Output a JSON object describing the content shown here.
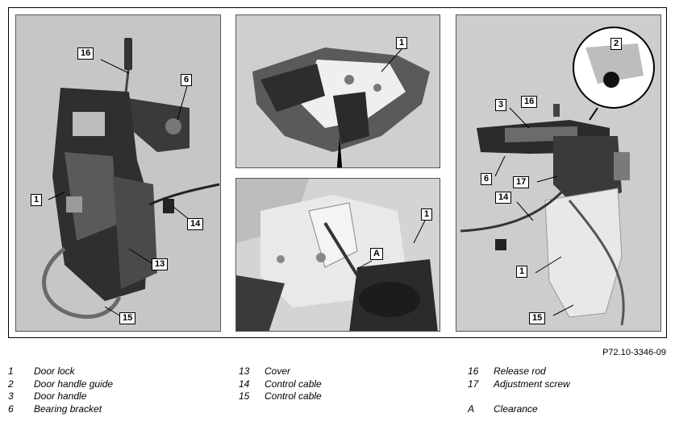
{
  "figure_ref": "P72.10-3346-09",
  "panels": {
    "left": {
      "callouts": {
        "c16": "16",
        "c6": "6",
        "c1": "1",
        "c14": "14",
        "c13": "13",
        "c15": "15"
      }
    },
    "top_middle": {
      "callouts": {
        "c1": "1"
      }
    },
    "bottom_middle": {
      "callouts": {
        "c1": "1",
        "cA": "A"
      }
    },
    "right": {
      "callouts": {
        "c2": "2",
        "c3": "3",
        "c16": "16",
        "c6": "6",
        "c17": "17",
        "c14": "14",
        "c1": "1",
        "c15": "15"
      }
    }
  },
  "legend": {
    "col1": [
      {
        "num": "1",
        "text": "Door lock"
      },
      {
        "num": "2",
        "text": "Door handle guide"
      },
      {
        "num": "3",
        "text": "Door handle"
      },
      {
        "num": "6",
        "text": "Bearing bracket"
      }
    ],
    "col2": [
      {
        "num": "13",
        "text": "Cover"
      },
      {
        "num": "14",
        "text": "Control cable"
      },
      {
        "num": "15",
        "text": "Control cable"
      }
    ],
    "col3": [
      {
        "num": "16",
        "text": "Release rod"
      },
      {
        "num": "17",
        "text": "Adjustment screw"
      },
      {
        "num": "A",
        "text": "Clearance"
      }
    ]
  }
}
